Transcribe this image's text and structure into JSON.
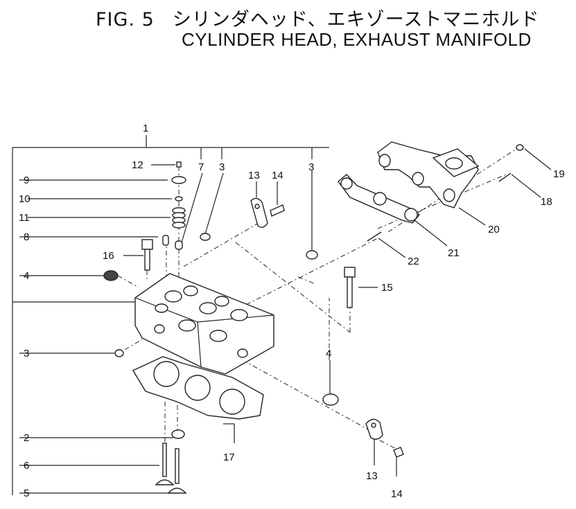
{
  "title": {
    "fig": "FIG. 5",
    "jp": "シリンダヘッド、エキゾーストマニホルド",
    "en": "CYLINDER HEAD, EXHAUST MANIFOLD"
  },
  "callouts": {
    "c1": "1",
    "c12": "12",
    "c7": "7",
    "c3a": "3",
    "c13a": "13",
    "c14a": "14",
    "c3b": "3",
    "c9": "9",
    "c10": "10",
    "c11": "11",
    "c8": "8",
    "c16": "16",
    "c4a": "4",
    "c3c": "3",
    "c2": "2",
    "c6": "6",
    "c5": "5",
    "c17": "17",
    "c15": "15",
    "c4b": "4",
    "c13b": "13",
    "c14b": "14",
    "c19": "19",
    "c18": "18",
    "c20": "20",
    "c21": "21",
    "c22": "22"
  }
}
